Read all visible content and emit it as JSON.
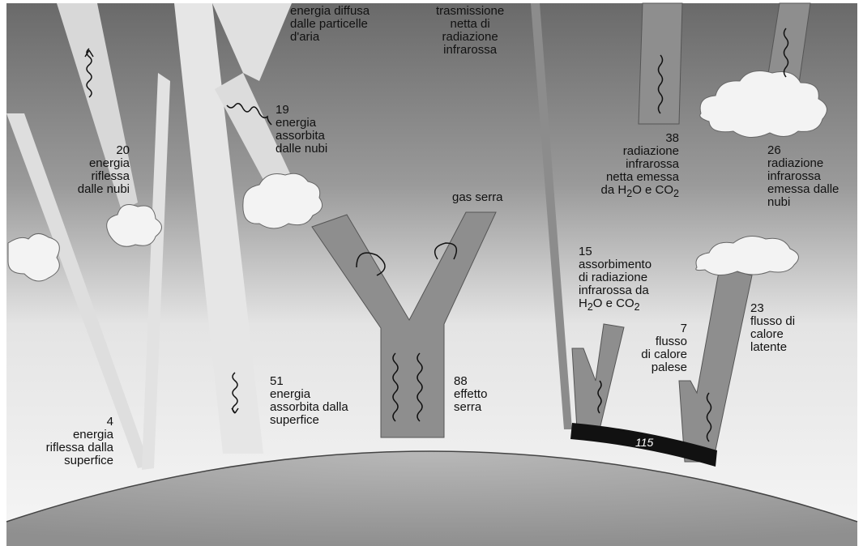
{
  "labels": {
    "diffuse": {
      "line1": "energia diffusa",
      "line2": "dalle particelle",
      "line3": "d'aria"
    },
    "transmission": {
      "line1": "trasmissione",
      "line2": "netta di",
      "line3": "radiazione",
      "line4": "infrarossa"
    },
    "clouds_absorbed": {
      "value": "19",
      "line1": "energia",
      "line2": "assorbita",
      "line3": "dalle nubi"
    },
    "clouds_reflected": {
      "value": "20",
      "line1": "energia",
      "line2": "riflessa",
      "line3": "dalle nubi"
    },
    "surface_absorbed": {
      "value": "51",
      "line1": "energia",
      "line2": "assorbita dalla",
      "line3": "superfice"
    },
    "surface_reflected": {
      "value": "4",
      "line1": "energia",
      "line2": "riflessa dalla",
      "line3": "superfice"
    },
    "greenhouse_gas": {
      "text": "gas serra"
    },
    "greenhouse_effect": {
      "value": "88",
      "line1": "effetto",
      "line2": "serra"
    },
    "net_ir_emitted": {
      "value": "38",
      "line1": "radiazione",
      "line2": "infrarossa",
      "line3": "netta emessa",
      "line4_a": "da H",
      "line4_sub1": "2",
      "line4_b": "O e CO",
      "line4_sub2": "2"
    },
    "cloud_ir_emitted": {
      "value": "26",
      "line1": "radiazione",
      "line2": "infrarossa",
      "line3": "emessa dalle",
      "line4": "nubi"
    },
    "ir_absorbed": {
      "value": "15",
      "line1": "assorbimento",
      "line2": "di radiazione",
      "line3": "infrarossa da",
      "line4_a": "H",
      "line4_sub1": "2",
      "line4_b": "O e CO",
      "line4_sub2": "2"
    },
    "sensible_heat": {
      "value": "7",
      "line1": "flusso",
      "line2": "di calore",
      "line3": "palese"
    },
    "latent_heat": {
      "value": "23",
      "line1": "flusso di",
      "line2": "calore",
      "line3": "latente"
    },
    "surface_band": {
      "value": "115"
    }
  },
  "colors": {
    "sky_top": "#6e6e6e",
    "sky_bottom": "#f2f2f2",
    "light_band": "#dcdcdc",
    "dark_band": "#8a8a8a",
    "earth": "#a9a9a9",
    "black_band": "#111111"
  }
}
